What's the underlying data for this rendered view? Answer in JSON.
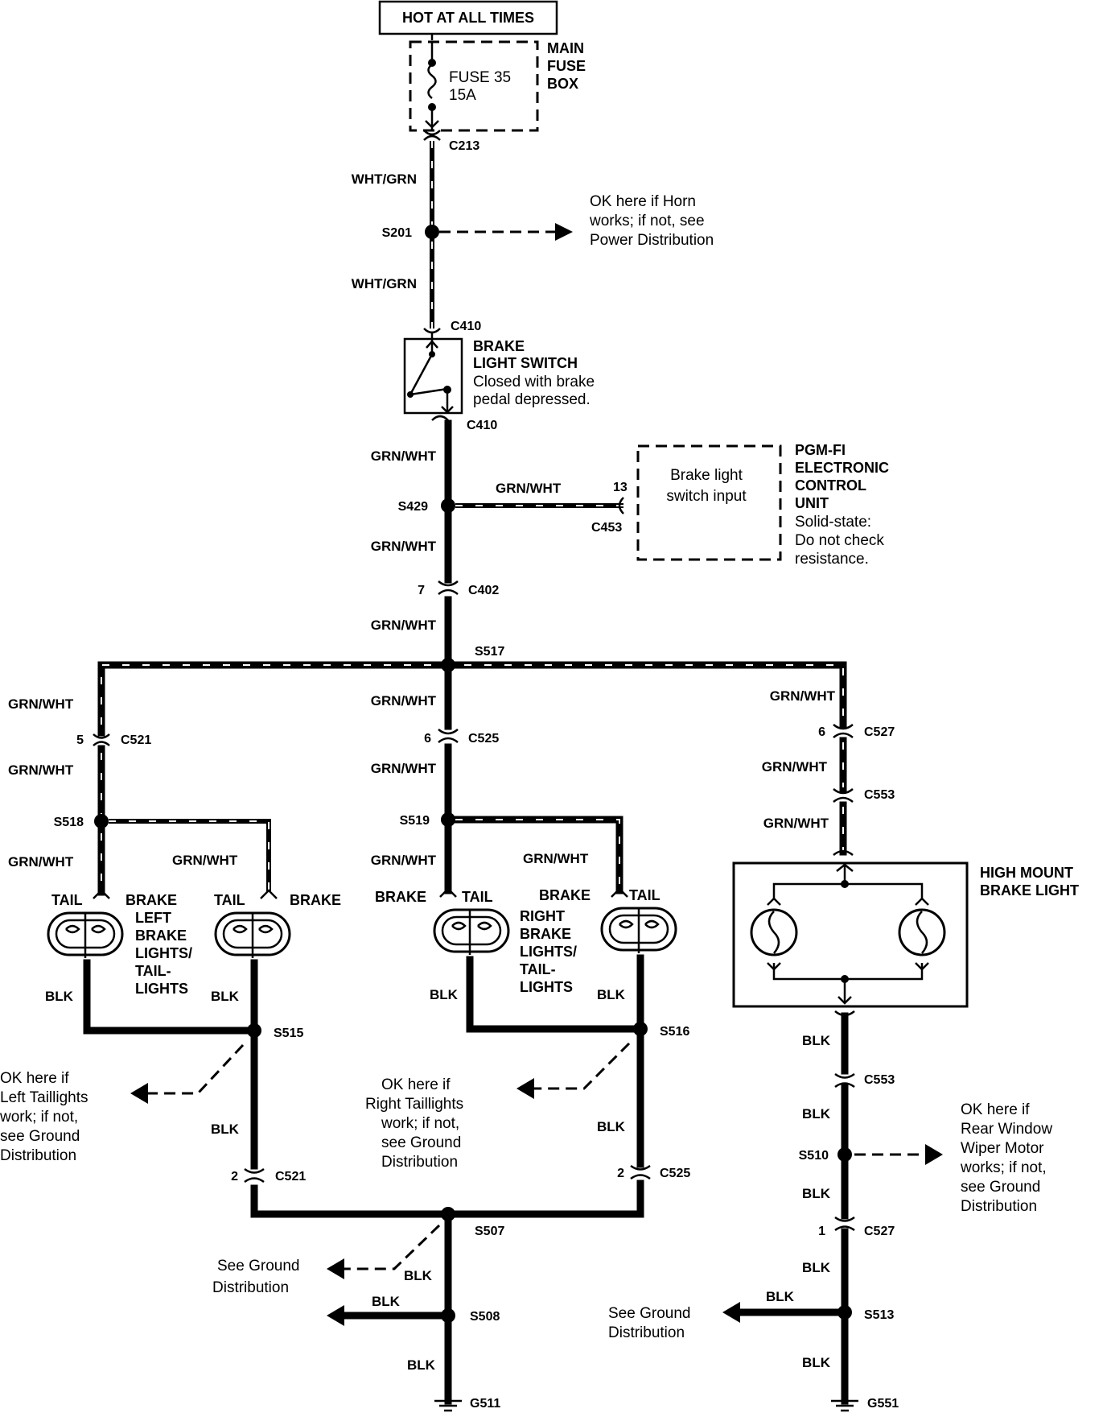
{
  "header": {
    "hot_at_all_times": "HOT AT ALL TIMES"
  },
  "fuse": {
    "label_line1": "FUSE 35",
    "label_line2": "15A",
    "box_line1": "MAIN",
    "box_line2": "FUSE",
    "box_line3": "BOX"
  },
  "connectors": {
    "c213": "C213",
    "c410a": "C410",
    "c410b": "C410",
    "c453": "C453",
    "c402": "C402",
    "c521a": "C521",
    "c525a": "C525",
    "c527a": "C527",
    "c553a": "C553",
    "c553b": "C553",
    "c521b": "C521",
    "c525b": "C525",
    "c527b": "C527"
  },
  "pins": {
    "c453": "13",
    "c402": "7",
    "c521a": "5",
    "c525a": "6",
    "c527a": "6",
    "c521b": "2",
    "c525b": "2",
    "c527b": "1"
  },
  "splices": {
    "s201": "S201",
    "s429": "S429",
    "s517": "S517",
    "s518": "S518",
    "s519": "S519",
    "s515": "S515",
    "s516": "S516",
    "s507": "S507",
    "s508": "S508",
    "s510": "S510",
    "s513": "S513"
  },
  "grounds": {
    "g511": "G511",
    "g551": "G551"
  },
  "wires": {
    "wht_grn": "WHT/GRN",
    "grn_wht": "GRN/WHT",
    "blk": "BLK"
  },
  "notes": {
    "horn": [
      "OK here if Horn",
      "works; if not, see",
      "Power Distribution"
    ],
    "left_tail": [
      "OK here if",
      "Left Taillights",
      "work; if not,",
      "see Ground",
      "Distribution"
    ],
    "right_tail": [
      "OK here if",
      "Right  Taillights",
      "work; if not,",
      "see Ground",
      "Distribution"
    ],
    "rear_wiper": [
      "OK here if",
      "Rear Window",
      "Wiper Motor",
      "works; if not,",
      "see Ground",
      "Distribution"
    ],
    "see_ground_1": [
      "See Ground",
      "Distribution"
    ],
    "see_ground_2": [
      "See Ground",
      "Distribution"
    ]
  },
  "brake_switch": {
    "title1": "BRAKE",
    "title2": "LIGHT SWITCH",
    "desc1": "Closed with brake",
    "desc2": "pedal depressed."
  },
  "ecu": {
    "box1": "Brake light",
    "box2": "switch input",
    "title1": "PGM-FI",
    "title2": "ELECTRONIC",
    "title3": "CONTROL",
    "title4": "UNIT",
    "desc1": "Solid-state:",
    "desc2": "Do not check",
    "desc3": "resistance."
  },
  "lamps": {
    "tail": "TAIL",
    "brake": "BRAKE",
    "left_group": [
      "LEFT",
      "BRAKE",
      "LIGHTS/",
      "TAIL-",
      "LIGHTS"
    ],
    "right_group": [
      "RIGHT",
      "BRAKE",
      "LIGHTS/",
      "TAIL-",
      "LIGHTS"
    ],
    "high_mount": [
      "HIGH MOUNT",
      "BRAKE LIGHT"
    ]
  }
}
